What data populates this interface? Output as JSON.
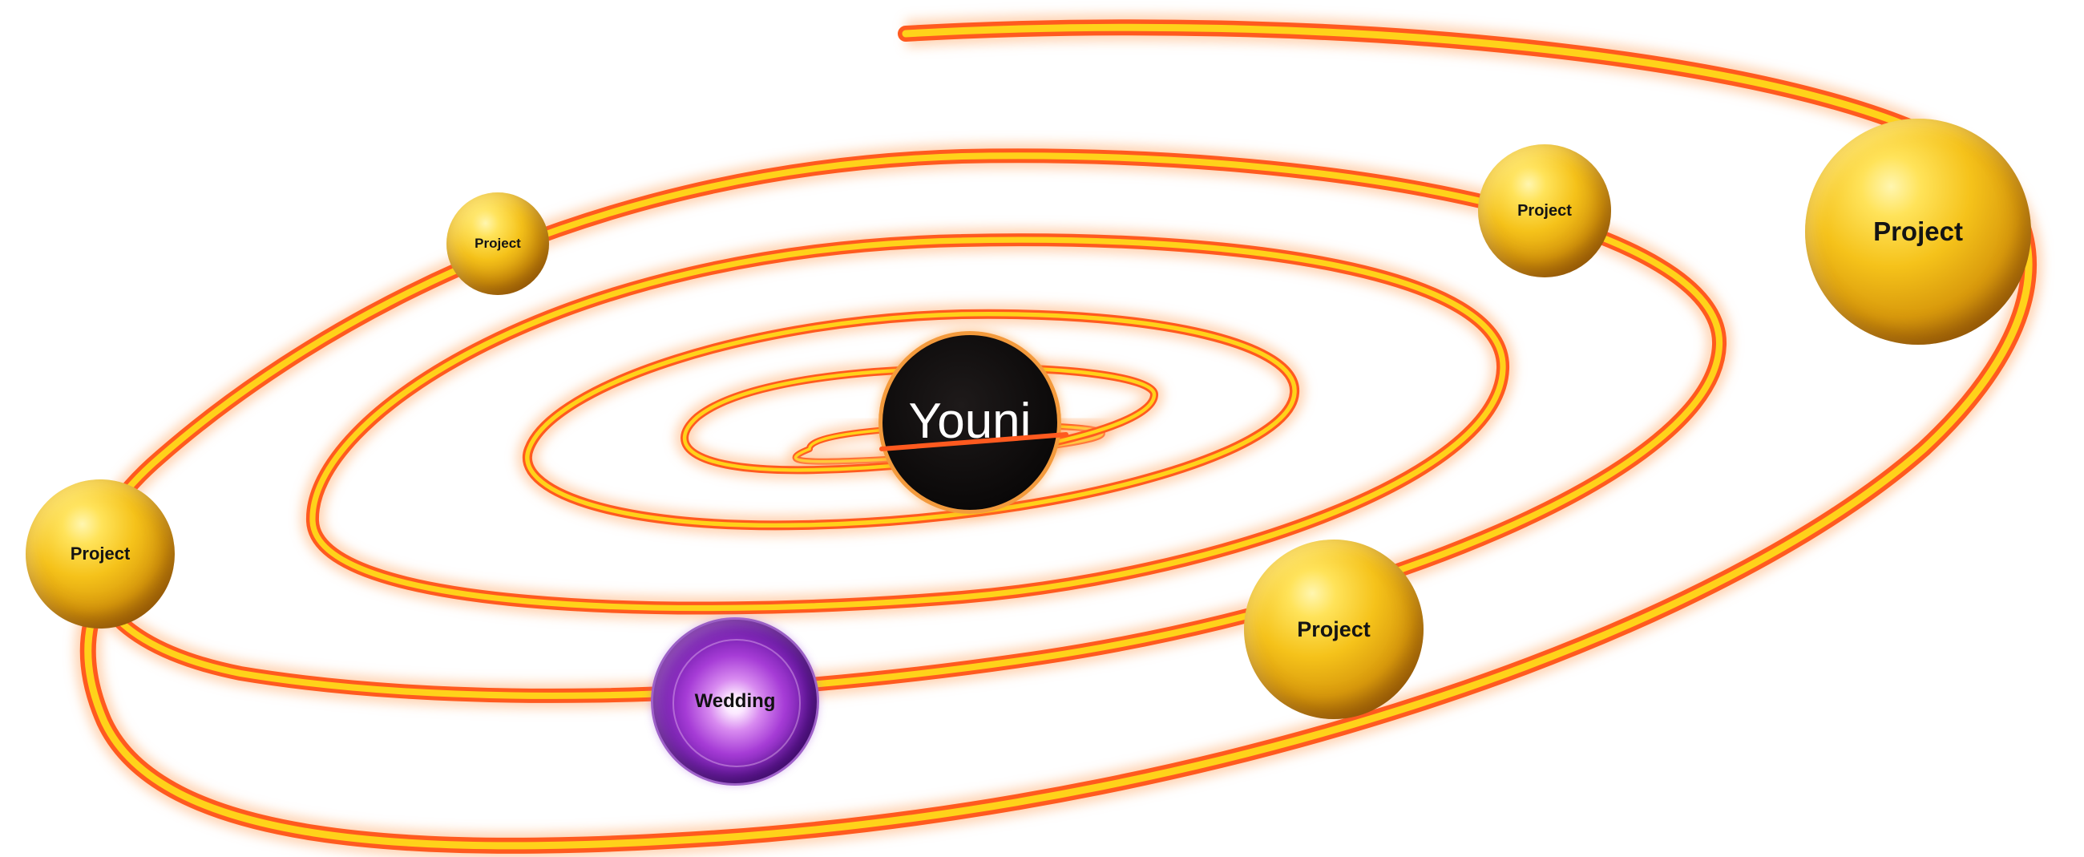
{
  "center": {
    "label": "Youni"
  },
  "nodes": [
    {
      "label": "Project",
      "style": "gold"
    },
    {
      "label": "Project",
      "style": "gold"
    },
    {
      "label": "Project",
      "style": "gold"
    },
    {
      "label": "Project",
      "style": "gold"
    },
    {
      "label": "Project",
      "style": "gold"
    },
    {
      "label": "Wedding",
      "style": "purple"
    }
  ],
  "colors": {
    "orbit_outer": "#ff5a1f",
    "orbit_inner": "#ffd21a",
    "orbit_glow": "#ffb27a",
    "core_fill": "#0b0909",
    "core_ring": "#f39a3c",
    "gold": "#f5c21a",
    "purple": "#8a2bd0"
  }
}
